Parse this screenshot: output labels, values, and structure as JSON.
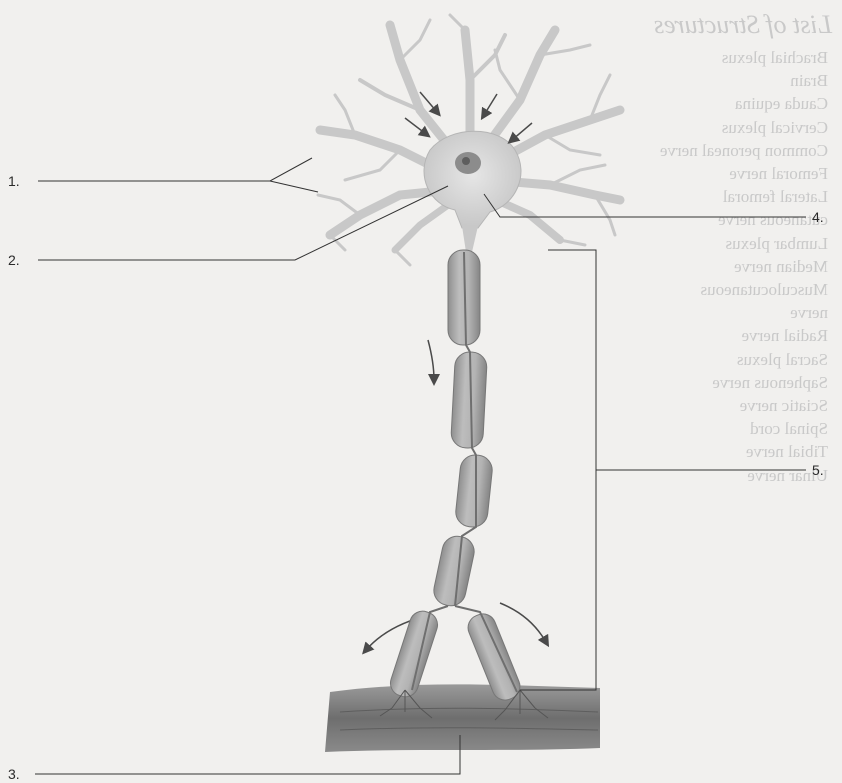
{
  "labels": {
    "l1": "1.",
    "l2": "2.",
    "l3": "3.",
    "l4": "4.",
    "l5": "5."
  },
  "background_list": {
    "title": "List of Structures",
    "items": [
      "Brachial plexus",
      "Brain",
      "Cauda equina",
      "Cervical plexus",
      "Common peroneal nerve",
      "Femoral nerve",
      "Lateral femoral",
      "cutaneous nerve",
      "Lumbar plexus",
      "Median nerve",
      "Musculocutaneous",
      "nerve",
      "Radial nerve",
      "Sacral plexus",
      "Saphenous nerve",
      "Sciatic nerve",
      "Spinal cord",
      "Tibial nerve",
      "Ulnar nerve"
    ]
  },
  "colors": {
    "background": "#f1f0ee",
    "neuron": "#cfcfcf",
    "myelin": "#a9a9a9",
    "muscle": "#7d7d7d",
    "leader_line": "#333333"
  }
}
